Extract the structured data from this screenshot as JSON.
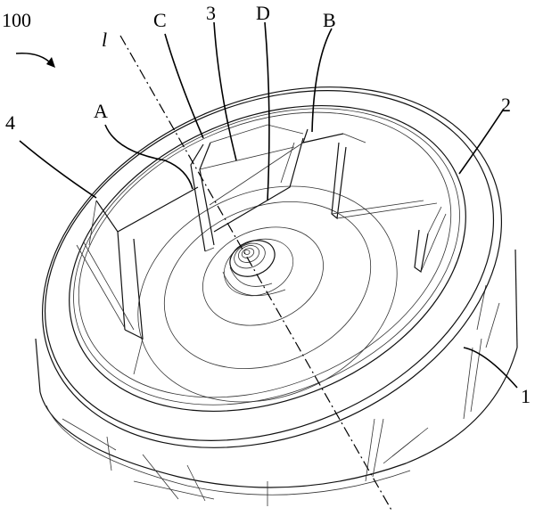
{
  "figure": {
    "ref_100": "100",
    "axis_label": "l",
    "labels": {
      "A": "A",
      "B": "B",
      "C": "C",
      "D": "D",
      "n1": "1",
      "n2": "2",
      "n3": "3",
      "n4": "4"
    }
  }
}
